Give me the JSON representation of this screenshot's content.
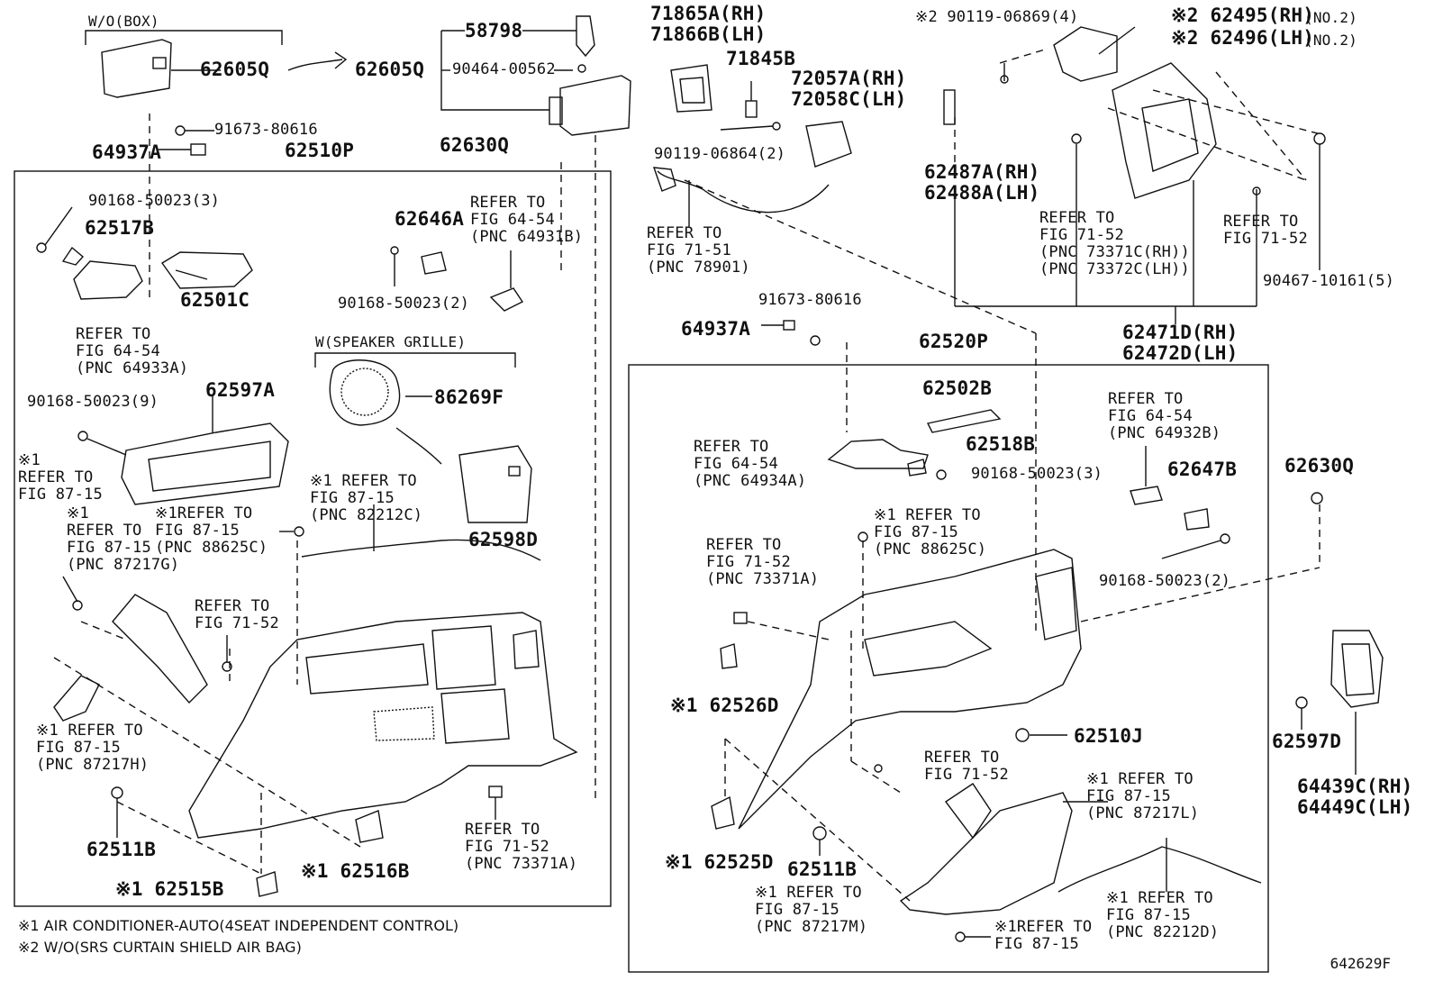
{
  "labels": {
    "wo_box": "W/O(BOX)",
    "p62605q_a": "62605Q",
    "p62605q_b": "62605Q",
    "p58798": "58798",
    "p90464": "90464-00562",
    "p91673_a": "91673-80616",
    "p64937a_a": "64937A",
    "p62510p": "62510P",
    "p62630q_a": "62630Q",
    "p90168_3a": "90168-50023(3)",
    "p62517b": "62517B",
    "p62501c": "62501C",
    "ref_64_54_a": "REFER TO\nFIG 64-54\n(PNC 64933A)",
    "p62646a": "62646A",
    "ref_64_54_b": "REFER TO\nFIG 64-54\n(PNC 64931B)",
    "p90168_2a": "90168-50023(2)",
    "w_speaker": "W(SPEAKER GRILLE)",
    "p62597a": "62597A",
    "p86269f": "86269F",
    "p90168_9": "90168-50023(9)",
    "ref_87_15_a": "※1\nREFER TO\nFIG 87-15",
    "ref_87_15_b": "※1\nREFER TO\nFIG 87-15\n(PNC 87217G)",
    "ref_87_15_c": "※1REFER TO\nFIG 87-15\n(PNC 88625C)",
    "ref_87_15_d": "※1 REFER TO\nFIG 87-15\n(PNC 82212C)",
    "p62598d": "62598D",
    "ref_71_52_a": "REFER TO\nFIG 71-52",
    "ref_87_15_e": "※1 REFER TO\nFIG 87-15\n(PNC 87217H)",
    "p62511b_a": "62511B",
    "p62515b": "※1 62515B",
    "p62516b": "※1 62516B",
    "ref_71_52_b": "REFER TO\nFIG 71-52\n(PNC 73371A)",
    "p71865a": "71865A(RH)\n71866B(LH)",
    "p71845b": "71845B",
    "p72057a": "72057A(RH)\n72058C(LH)",
    "p90119_2": "90119-06864(2)",
    "ref_71_51": "REFER TO\nFIG 71-51\n(PNC 78901)",
    "p91673_b": "91673-80616",
    "p64937a_b": "64937A",
    "p62520p": "62520P",
    "p62502b": "62502B",
    "ref_64_54_c": "REFER TO\nFIG 64-54\n(PNC 64934A)",
    "p62518b": "62518B",
    "p90168_3b": "90168-50023(3)",
    "ref_87_15_f": "※1 REFER TO\nFIG 87-15\n(PNC 88625C)",
    "ref_71_52_c": "REFER TO\nFIG 71-52\n(PNC 73371A)",
    "p62526d": "※1 62526D",
    "p62510j": "62510J",
    "ref_71_52_d": "REFER TO\nFIG 71-52",
    "p62525d": "※1 62525D",
    "p62511b_b": "62511B",
    "ref_87_15_g": "※1 REFER TO\nFIG 87-15\n(PNC 87217M)",
    "ref_87_15_h": "※1REFER TO\nFIG 87-15",
    "ref_87_15_i": "※1 REFER TO\nFIG 87-15\n(PNC 87217L)",
    "ref_87_15_j": "※1 REFER TO\nFIG 87-15\n(PNC 82212D)",
    "p90119_4": "※2 90119-06869(4)",
    "p62495": "※2 62495(RH)",
    "p62496": "※2 62496(LH)",
    "no2_a": "(NO.2)",
    "no2_b": "(NO.2)",
    "p62487a": "62487A(RH)\n62488A(LH)",
    "ref_71_52_e": "REFER TO\nFIG 71-52\n(PNC 73371C(RH))\n(PNC 73372C(LH))",
    "ref_71_52_f": "REFER TO\nFIG 71-52",
    "p90467": "90467-10161(5)",
    "p62471d": "62471D(RH)\n62472D(LH)",
    "ref_64_54_d": "REFER TO\nFIG 64-54\n(PNC 64932B)",
    "p62647b": "62647B",
    "p62630q_b": "62630Q",
    "p90168_2b": "90168-50023(2)",
    "p62597d": "62597D",
    "p64439c": "64439C(RH)\n64449C(LH)"
  },
  "notes": {
    "note1": "※1 AIR CONDITIONER-AUTO(4SEAT INDEPENDENT CONTROL)",
    "note2": "※2 W/O(SRS CURTAIN SHIELD AIR BAG)"
  },
  "figure_code": "642629F"
}
